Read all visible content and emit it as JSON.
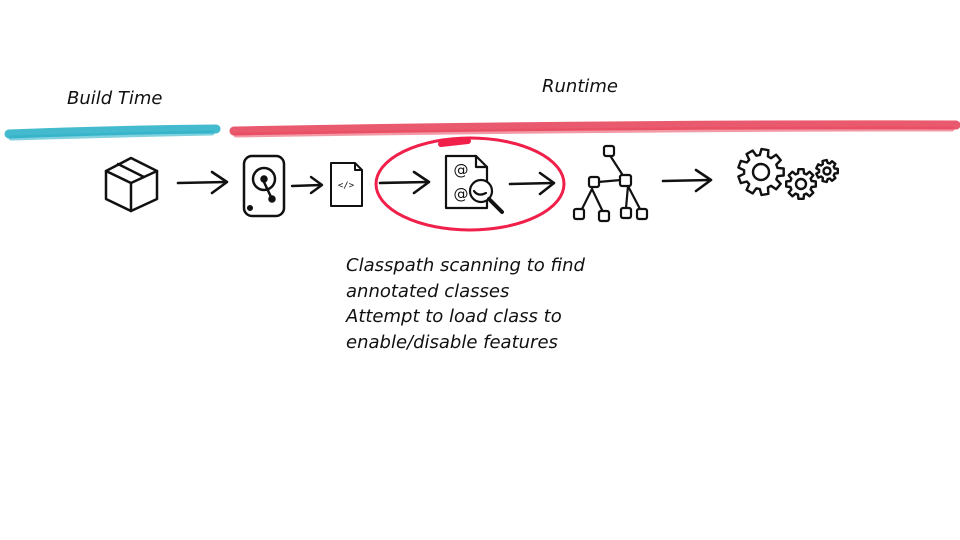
{
  "phases": {
    "build_time": {
      "label": "Build Time",
      "color": "#2fb3c8"
    },
    "runtime": {
      "label": "Runtime",
      "color": "#e8485e"
    }
  },
  "pipeline": {
    "steps": [
      {
        "icon": "package-box-icon"
      },
      {
        "icon": "hard-drive-icon"
      },
      {
        "icon": "code-file-icon",
        "text": "</>"
      },
      {
        "icon": "annotation-scan-icon",
        "text": [
          "@",
          "@"
        ],
        "highlighted": true
      },
      {
        "icon": "dependency-graph-icon"
      },
      {
        "icon": "gears-icon"
      }
    ],
    "highlight_color": "#f0204a",
    "stroke_color": "#111111"
  },
  "note": {
    "lines": [
      "Classpath scanning to find",
      "annotated classes",
      "Attempt to load class to",
      "enable/disable features"
    ]
  }
}
